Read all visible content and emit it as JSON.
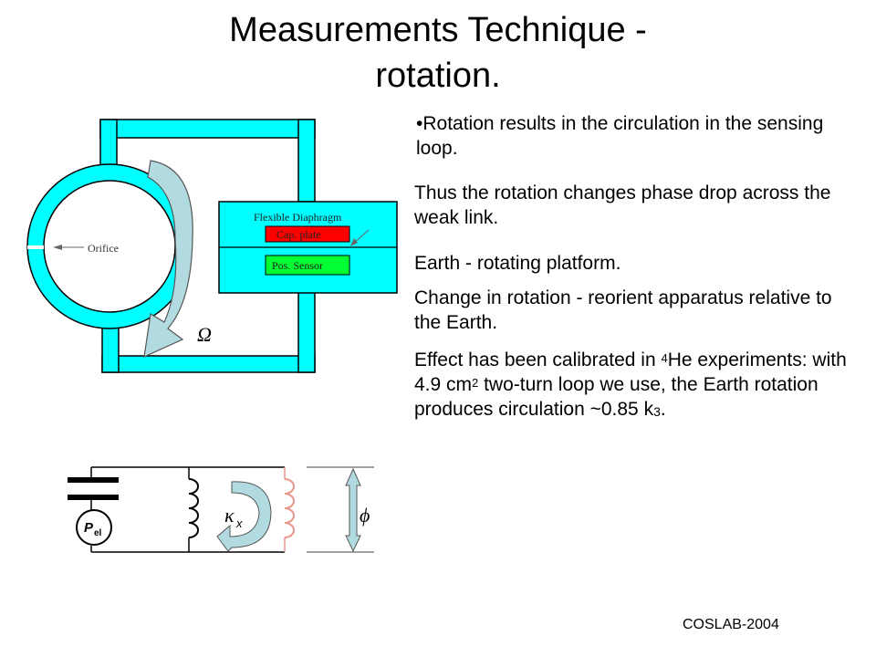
{
  "slide": {
    "title_line1": "Measurements Technique -",
    "title_line2": "rotation.",
    "bullet_text": "•Rotation results in the circulation in the sensing loop.",
    "para1": "Thus the rotation changes phase drop across the weak link.",
    "para2": "Earth - rotating platform.",
    "para3": "Change in rotation - reorient apparatus relative to the Earth.",
    "para4_a": "Effect has been calibrated in ",
    "para4_sup1": "4",
    "para4_b": "He experiments: with 4.9 cm",
    "para4_sup2": "2",
    "para4_c": " two-turn loop we use, the Earth rotation produces circulation ~0.85 k",
    "para4_sub": "3",
    "para4_d": ".",
    "footer": "COSLAB-2004"
  },
  "diagram": {
    "label_flexible": "Flexible Diaphragm",
    "label_cap": "Cap. plate",
    "label_pos": "Pos. Sensor",
    "label_orifice": "Orifice",
    "label_omega": "Ω",
    "colors": {
      "loop": "#00ffff",
      "arrow": "#b2dbe1",
      "cap": "#ff0000",
      "sensor": "#00ff33"
    }
  },
  "circuit": {
    "label_p": "P",
    "label_p_sub": "el",
    "label_kappa": "κ",
    "label_kappa_sub": "x",
    "label_phi": "ϕ",
    "colors": {
      "inductor_right": "#e8968a",
      "arrow": "#b2dbe1"
    }
  }
}
